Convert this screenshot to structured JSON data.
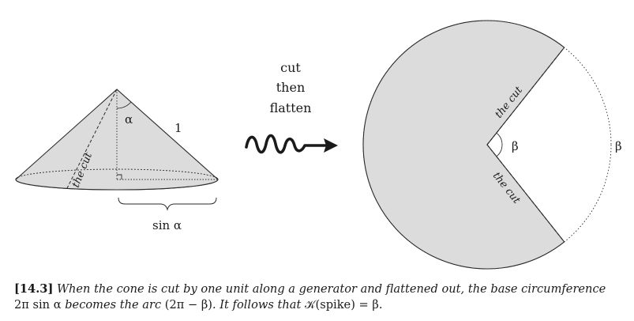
{
  "labels": {
    "alpha": "α",
    "one": "1",
    "sin_alpha": "sin α",
    "cut_word": "cut",
    "then_word": "then",
    "flatten_word": "flatten",
    "the_cut": "the cut",
    "beta": "β"
  },
  "caption": {
    "number": "[14.3]",
    "part1": " When the cone is cut by one unit along a generator and flattened out, the base circumference ",
    "expr1": "2π sin α",
    "part2": " becomes the arc ",
    "expr2": "(2π − β)",
    "part3": ". It follows that ",
    "expr3": "𝒦(spike) = β",
    "part4": "."
  },
  "colors": {
    "fill": "#dcdcdc",
    "stroke": "#2a2a2a"
  }
}
